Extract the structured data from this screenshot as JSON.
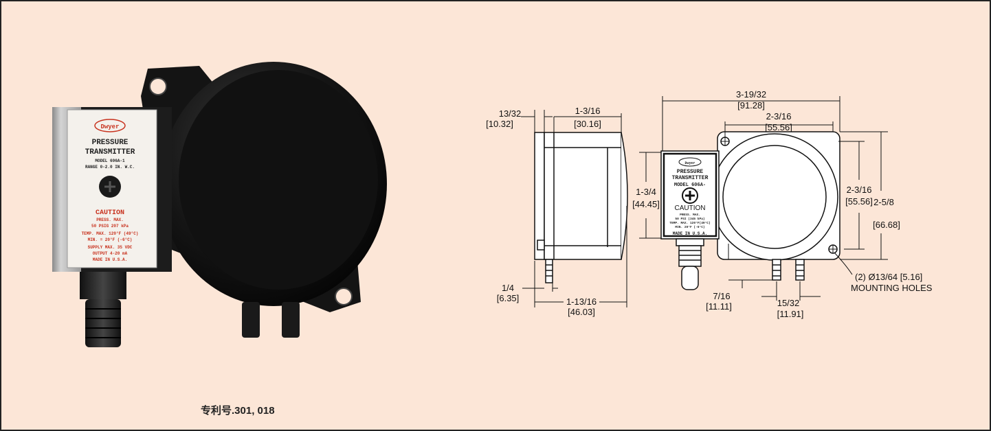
{
  "patent_text": "专利号.301, 018",
  "photo": {
    "logo": "Dwyer",
    "label_title_1": "PRESSURE",
    "label_title_2": "TRANSMITTER",
    "model": "MODEL 606A-1",
    "range": "RANGE 0-2.0 IN. W.C.",
    "caution": "CAUTION",
    "spec_lines": [
      "PRESS. MAX.",
      "50 PSIG 207 kPa",
      "TEMP. MAX. 120°F (49°C)",
      "MIN. = 20°F (-6°C)",
      "SUPPLY MAX. 35 VDC",
      "OUTPUT 4-20 mA",
      "MADE IN U.S.A."
    ]
  },
  "drawing_label": {
    "logo": "Dwyer",
    "title_1": "PRESSURE",
    "title_2": "TRANSMITTER",
    "model": "MODEL 606A-",
    "caution": "CAUTION",
    "spec_lines": [
      "PRESS. MAX.",
      "50 PSI (345 kPa)",
      "TEMP. MAX. 120°F(49°C)",
      "MIN. 20°F (-6°C)"
    ],
    "made": "MADE IN U.S.A."
  },
  "dimensions": {
    "d1": {
      "a": "13/32",
      "b": "[10.32]"
    },
    "d2": {
      "a": "1-3/16",
      "b": "[30.16]"
    },
    "d3": {
      "a": "1-3/4",
      "b": "[44.45]"
    },
    "d4": {
      "a": "1/4",
      "b": "[6.35]"
    },
    "d5": {
      "a": "1-13/16",
      "b": "[46.03]"
    },
    "d6": {
      "a": "3-19/32",
      "b": "[91.28]"
    },
    "d7": {
      "a": "2-3/16",
      "b": "[55.56]"
    },
    "d8": {
      "a": "2-3/16",
      "b": "[55.56]"
    },
    "d9": {
      "a": "2-5/8",
      "b": "[66.68]"
    },
    "d10": {
      "a": "7/16",
      "b": "[11.11]"
    },
    "d11": {
      "a": "15/32",
      "b": "[11.91]"
    },
    "holes": {
      "a": "(2) Ø13/64 [5.16]",
      "b": "MOUNTING HOLES"
    }
  }
}
